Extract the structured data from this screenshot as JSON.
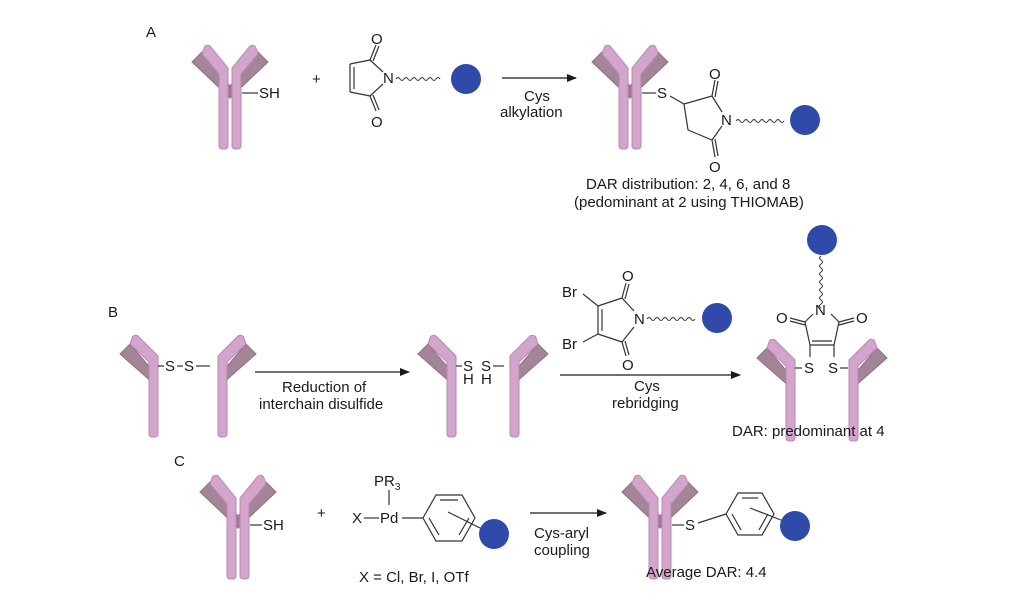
{
  "colors": {
    "antibody_heavy_chain": "#d4a5cc",
    "antibody_light_chain": "#a48598",
    "drug_payload": "#2f4aa8"
  },
  "panels": {
    "A": {
      "label": "A",
      "reactant_group": "SH",
      "plus": "+",
      "maleimide_atoms": {
        "n": "N",
        "o_top": "O",
        "o_bottom": "O"
      },
      "arrow_label_line1": "Cys",
      "arrow_label_line2": "alkylation",
      "product_atoms": {
        "s": "S",
        "n": "N",
        "o_top": "O",
        "o_bottom": "O"
      },
      "result_line1": "DAR distribution: 2, 4, 6, and 8",
      "result_line2": "(pedominant at 2 using THIOMAB)"
    },
    "B": {
      "label": "B",
      "disulfide": {
        "s1": "S",
        "s2": "S"
      },
      "arrow1_label_line1": "Reduction of",
      "arrow1_label_line2": "interchain disulfide",
      "reduced": {
        "s1": "S",
        "h1": "H",
        "s2": "S",
        "h2": "H"
      },
      "reagent_atoms": {
        "br_top": "Br",
        "br_bottom": "Br",
        "n": "N",
        "o_top": "O",
        "o_bottom": "O"
      },
      "arrow2_label_line1": "Cys",
      "arrow2_label_line2": "rebridging",
      "product_atoms": {
        "n": "N",
        "o_left": "O",
        "o_right": "O",
        "s1": "S",
        "s2": "S"
      },
      "result": "DAR: predominant at 4"
    },
    "C": {
      "label": "C",
      "reactant_group": "SH",
      "plus": "+",
      "pd_complex": {
        "pr3": "PR",
        "pr3_sub": "3",
        "x": "X",
        "pd": "Pd"
      },
      "x_definition": "X = Cl, Br, I, OTf",
      "arrow_label_line1": "Cys-aryl",
      "arrow_label_line2": "coupling",
      "product_atoms": {
        "s": "S"
      },
      "result": "Average DAR: 4.4"
    }
  }
}
